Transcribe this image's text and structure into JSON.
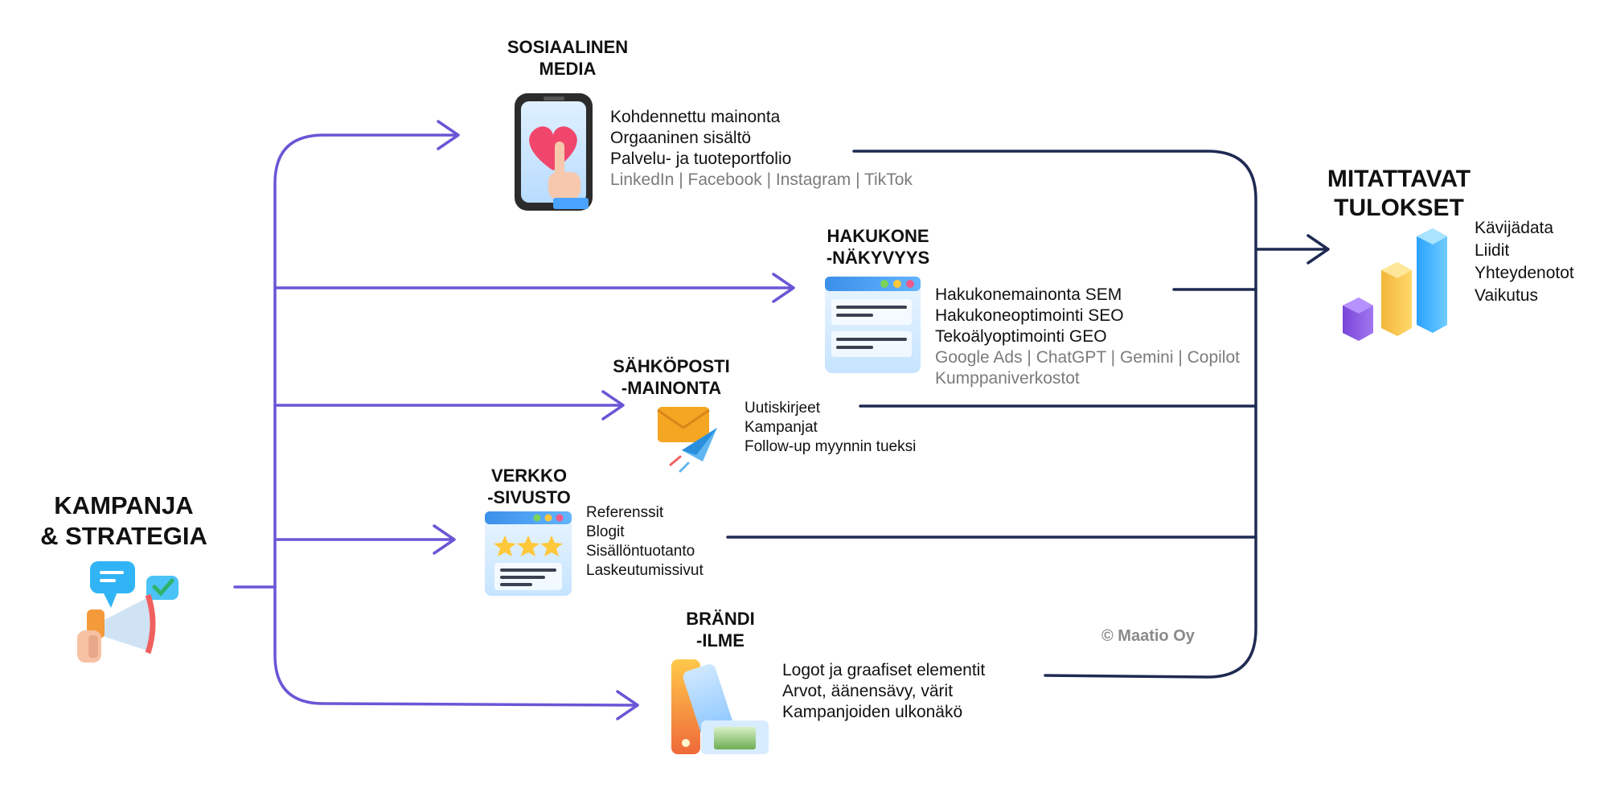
{
  "colors": {
    "flow_in": "#6b55d6",
    "flow_out": "#1f2a52",
    "muted_text": "#7b7b7b"
  },
  "source": {
    "title_line1": "KAMPANJA",
    "title_line2": "& STRATEGIA",
    "icon": "megaphone-icon"
  },
  "channels": {
    "social": {
      "title_line1": "SOSIAALINEN",
      "title_line2": "MEDIA",
      "icon": "smartphone-heart-icon",
      "items": [
        "Kohdennettu mainonta",
        "Orgaaninen sisältö",
        "Palvelu- ja tuoteportfolio"
      ],
      "platforms": "LinkedIn | Facebook | Instagram | TikTok"
    },
    "search": {
      "title_line1": "HAKUKONE",
      "title_line2": "-NÄKYVYYS",
      "icon": "browser-window-icon",
      "items": [
        "Hakukonemainonta SEM",
        "Hakukoneoptimointi SEO",
        "Tekoälyoptimointi GEO"
      ],
      "platforms": "Google Ads | ChatGPT | Gemini | Copilot",
      "platforms2": "Kumppaniverkostot"
    },
    "email": {
      "title_line1": "SÄHKÖPOSTI",
      "title_line2": "-MAINONTA",
      "icon": "envelope-paperplane-icon",
      "items": [
        "Uutiskirjeet",
        "Kampanjat",
        "Follow-up myynnin tueksi"
      ]
    },
    "website": {
      "title_line1": "VERKKO",
      "title_line2": "-SIVUSTO",
      "icon": "website-rating-icon",
      "items": [
        "Referenssit",
        "Blogit",
        "Sisällöntuotanto",
        "Laskeutumissivut"
      ]
    },
    "brand": {
      "title_line1": "BRÄNDI",
      "title_line2": "-ILME",
      "icon": "color-swatch-icon",
      "items": [
        "Logot ja graafiset elementit",
        "Arvot, äänensävy, värit",
        "Kampanjoiden ulkonäkö"
      ]
    }
  },
  "results": {
    "title_line1": "MITATTAVAT",
    "title_line2": "TULOKSET",
    "icon": "bar-chart-icon",
    "items": [
      "Kävijädata",
      "Liidit",
      "Yhteydenotot",
      "Vaikutus"
    ]
  },
  "copyright": "© Maatio Oy"
}
